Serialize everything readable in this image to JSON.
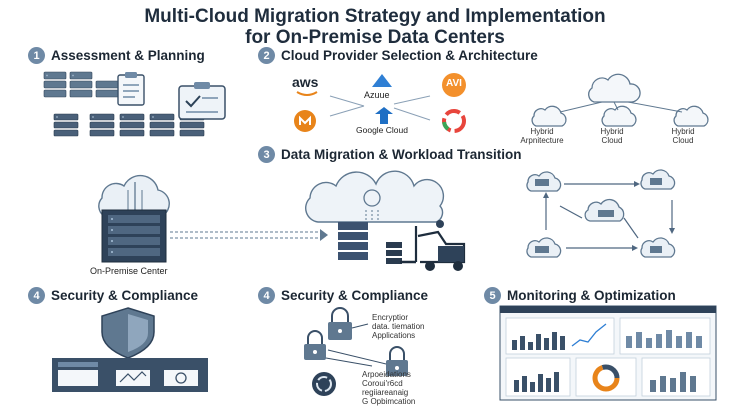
{
  "title": {
    "line1": "Multi-Cloud Migration Strategy and Implementation",
    "line2": "for On-Premise Data Centers"
  },
  "sections": [
    {
      "num": "1",
      "label": "Assessment & Planning"
    },
    {
      "num": "2",
      "label": "Cloud Provider Selection & Architecture"
    },
    {
      "num": "3",
      "label": "Data Migration & Workload Transition"
    },
    {
      "num": "4",
      "label": "Security & Compliance"
    },
    {
      "num": "4",
      "label": "Security & Compliance"
    },
    {
      "num": "5",
      "label": "Monitoring & Optimization"
    }
  ],
  "providers": {
    "aws": "aws",
    "azure": "Azuue",
    "google": "Google Cloud",
    "avi": "AVI"
  },
  "hybrid": {
    "left": [
      "Hybrid",
      "Arpnitecture"
    ],
    "mid": [
      "Hybrid",
      "Cloud"
    ],
    "right": [
      "Hybrid",
      "Cloud"
    ]
  },
  "onprem_label": "On-Premise Center",
  "security_texts": {
    "top": [
      "Encryptior",
      "data. tiemation",
      "Applications"
    ],
    "bottom": [
      "Arpoeidations",
      "Coroui'r6cd",
      "regiiareanaig",
      "G Opbimcation"
    ]
  },
  "colors": {
    "accent": "#6f8aa6",
    "dark": "#33475b",
    "light": "#dde6ef",
    "aws": "#e8841a",
    "azure": "#2f7fd4",
    "google": "#e8453c"
  }
}
